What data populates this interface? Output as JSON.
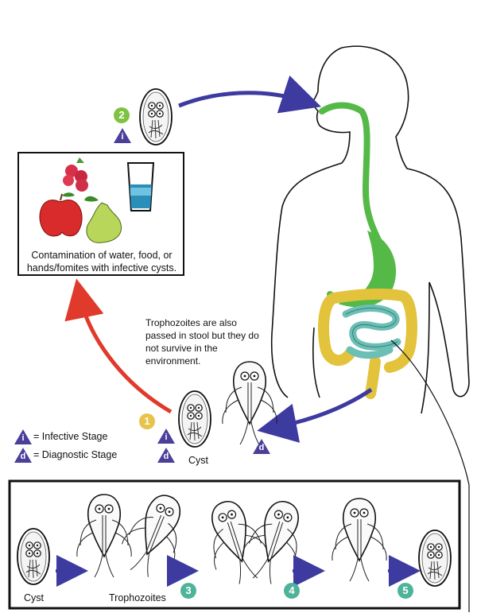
{
  "contamination_text": "Contamination of water, food, or hands/fomites with infective cysts.",
  "trophozoite_note": "Trophozoites are also passed in stool but they do not survive in the environment.",
  "legend": {
    "infective_symbol": "i",
    "infective_label": "= Infective Stage",
    "diagnostic_symbol": "d",
    "diagnostic_label": "= Diagnostic Stage"
  },
  "steps": {
    "step1": "1",
    "step2": "2",
    "step3": "3",
    "step4": "4",
    "step5": "5"
  },
  "labels": {
    "cyst_main": "Cyst",
    "cyst_panel": "Cyst",
    "trophozoites_panel": "Trophozoites"
  },
  "colors": {
    "step_green": "#7fc241",
    "step_yellow": "#e7c34a",
    "step_teal": "#4fb39a",
    "arrow_blue": "#3d3aa0",
    "arrow_red": "#e03a2c",
    "legend_triangle": "#4b3f9a",
    "gut_green": "#55b947",
    "colon_yellow": "#e3c23c",
    "intestine_teal": "#6bbfb5"
  }
}
